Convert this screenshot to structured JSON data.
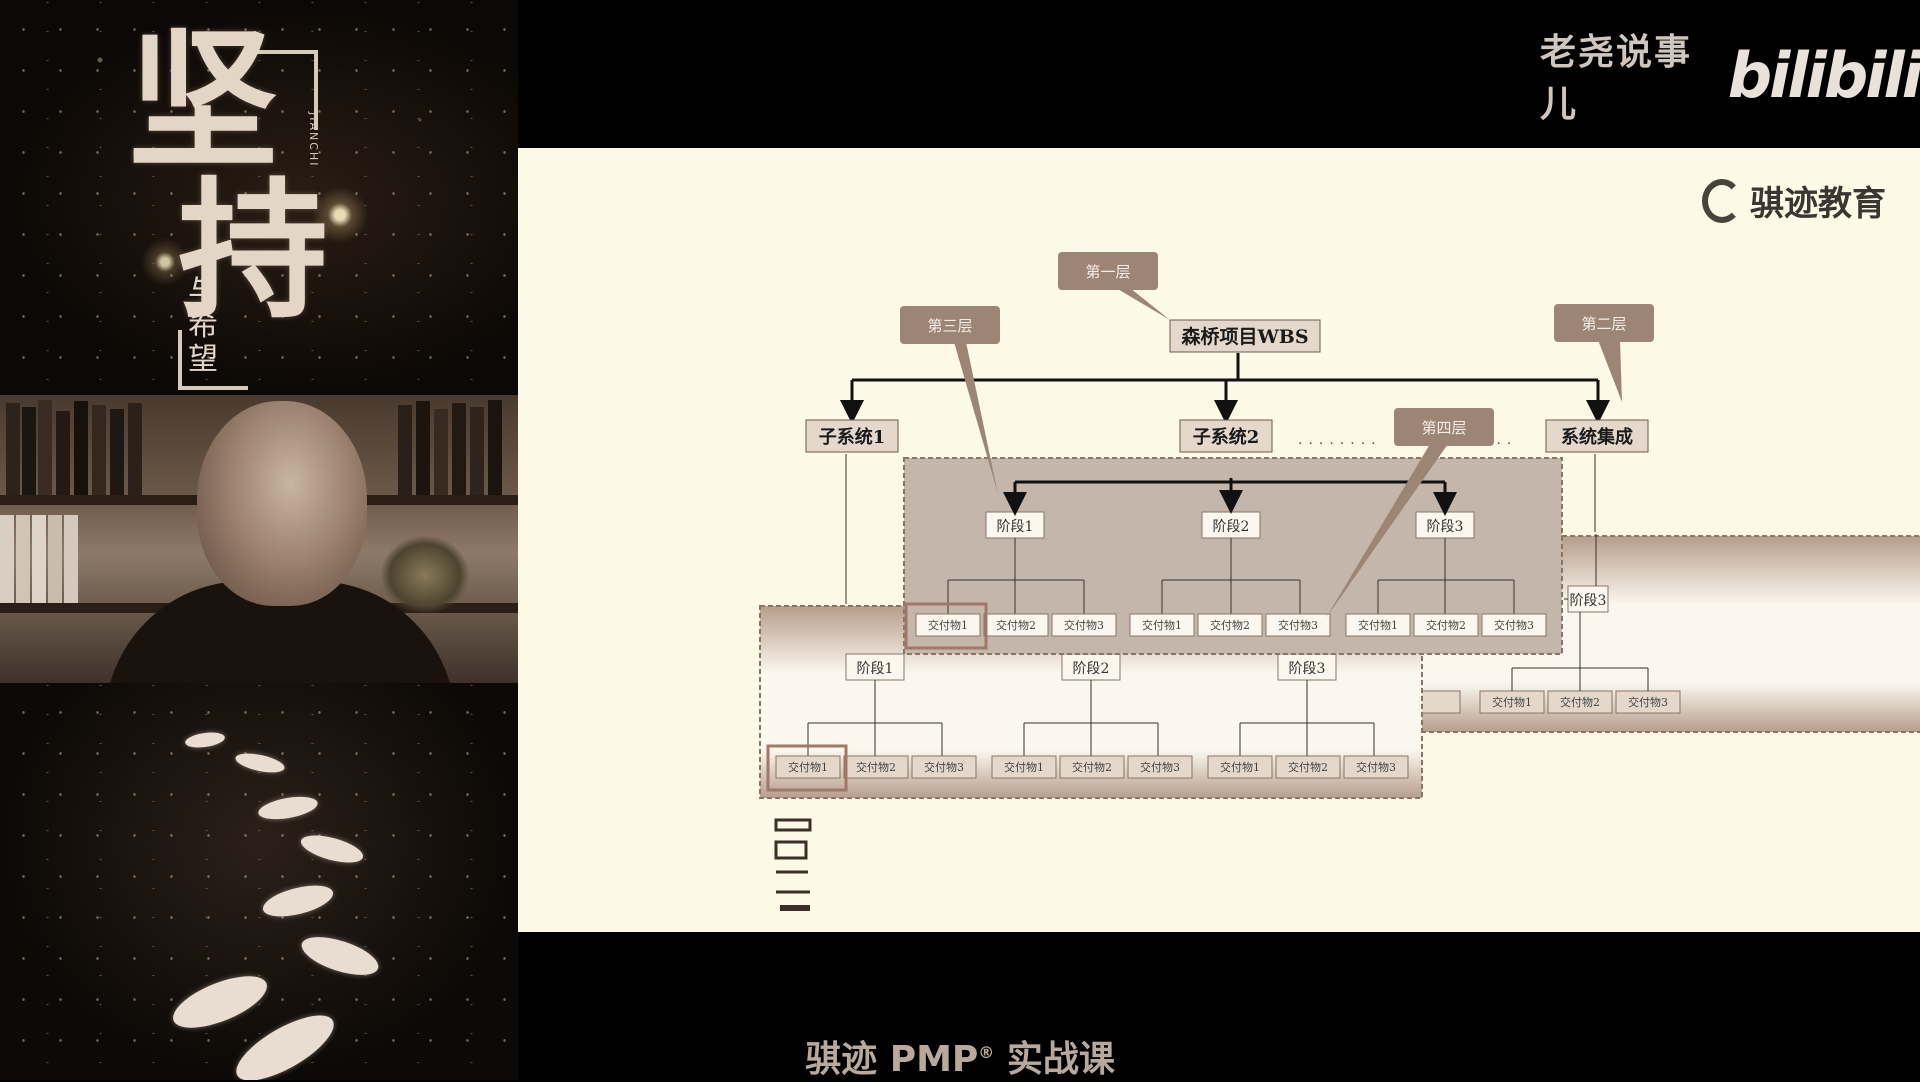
{
  "channel": {
    "name": "老尧说事儿",
    "platform_logo": "bilibili"
  },
  "poster": {
    "title_chars": [
      "坚",
      "持"
    ],
    "subtitle_chars": [
      "与",
      "希",
      "望"
    ],
    "pinyin": "JIANCHI"
  },
  "slide": {
    "brand": "骐迹教育",
    "diagram": {
      "root": "森桥项目WBS",
      "level_callouts": {
        "level1": "第一层",
        "level2": "第二层",
        "level3": "第三层",
        "level4": "第四层"
      },
      "subsystems": [
        "子系统1",
        "子系统2",
        "系统集成"
      ],
      "phases_front": [
        "阶段1",
        "阶段2",
        "阶段3"
      ],
      "phases_back": [
        "阶段1",
        "阶段2",
        "阶段3"
      ],
      "phase_partial": "阶段3",
      "deliverables": [
        "交付物1",
        "交付物2",
        "交付物3"
      ]
    }
  },
  "caption": {
    "text": "骐迹 PMP",
    "reg": "®",
    "suffix": " 实战课"
  }
}
